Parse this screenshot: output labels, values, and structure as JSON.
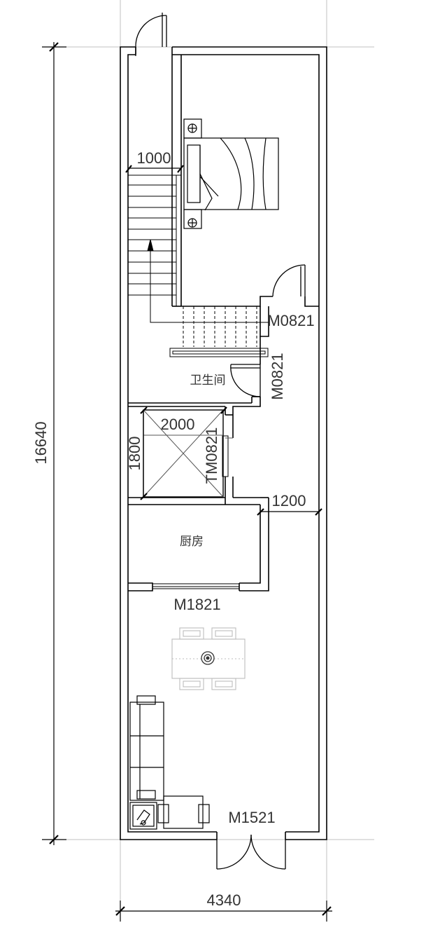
{
  "dimensions": {
    "overall_height": "16640",
    "overall_width": "4340",
    "stair_width": "1000",
    "shaft_width": "2000",
    "shaft_depth": "1800",
    "corridor_width": "1200"
  },
  "rooms": {
    "bathroom": "卫生间",
    "kitchen": "厨房"
  },
  "doors": {
    "bedroom_door": "M0821",
    "bathroom_door": "M0821",
    "shaft_door": "TM0821",
    "kitchen_door": "M1821",
    "entry_door": "M1521"
  },
  "colors": {
    "wall": "#000000",
    "axis": "#c0c0c0",
    "furniture_light": "#bdbdbd"
  }
}
